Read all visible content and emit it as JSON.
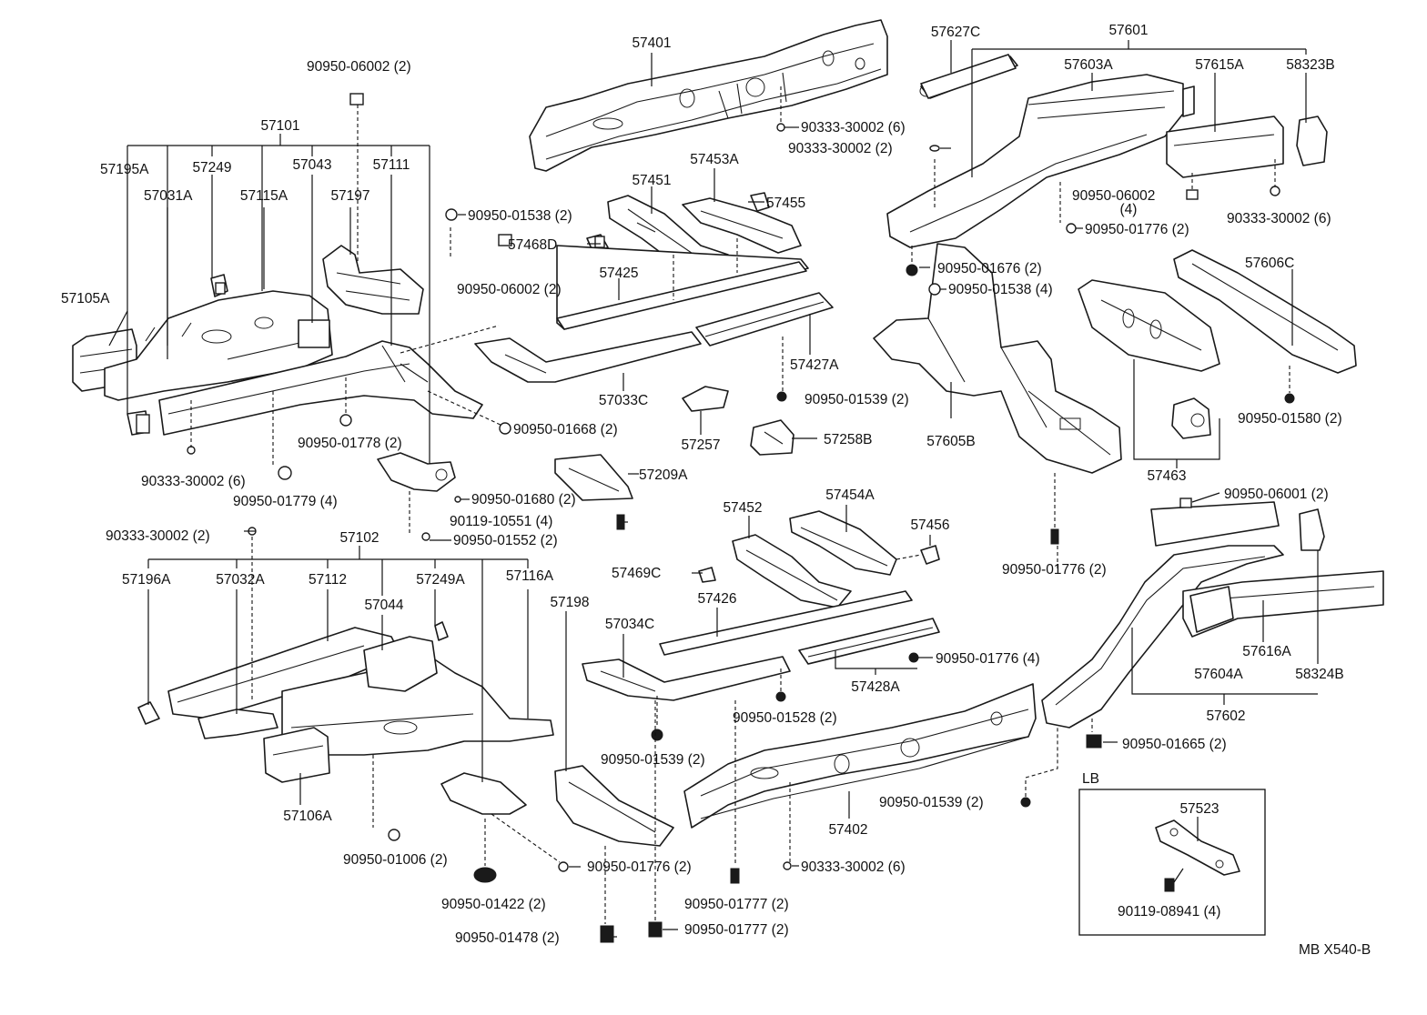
{
  "labels": [
    {
      "id": "p57401",
      "text": "57401"
    },
    {
      "id": "p90950_06002_a",
      "text": "90950-06002 (2)"
    },
    {
      "id": "p57101",
      "text": "57101"
    },
    {
      "id": "p57195A",
      "text": "57195A"
    },
    {
      "id": "p57249",
      "text": "57249"
    },
    {
      "id": "p57043",
      "text": "57043"
    },
    {
      "id": "p57111",
      "text": "57111"
    },
    {
      "id": "p57031A",
      "text": "57031A"
    },
    {
      "id": "p57115A",
      "text": "57115A"
    },
    {
      "id": "p57197",
      "text": "57197"
    },
    {
      "id": "p57105A",
      "text": "57105A"
    },
    {
      "id": "p90333_30002_top",
      "text": "90333-30002 (6)"
    },
    {
      "id": "p90333_30002_top2",
      "text": "90333-30002 (2)"
    },
    {
      "id": "p57453A",
      "text": "57453A"
    },
    {
      "id": "p57451",
      "text": "57451"
    },
    {
      "id": "p57455",
      "text": "57455"
    },
    {
      "id": "p90950_01538_a",
      "text": "90950-01538 (2)"
    },
    {
      "id": "p57468D",
      "text": "57468D"
    },
    {
      "id": "p90950_06002_b",
      "text": "90950-06002 (2)"
    },
    {
      "id": "p57425",
      "text": "57425"
    },
    {
      "id": "p57427A",
      "text": "57427A"
    },
    {
      "id": "p57033C",
      "text": "57033C"
    },
    {
      "id": "p90950_01539_a",
      "text": "90950-01539 (2)"
    },
    {
      "id": "p90950_01668",
      "text": "90950-01668 (2)"
    },
    {
      "id": "p90950_01778",
      "text": "90950-01778 (2)"
    },
    {
      "id": "p90333_30002_left",
      "text": "90333-30002 (6)"
    },
    {
      "id": "p90950_01779",
      "text": "90950-01779 (4)"
    },
    {
      "id": "p57257",
      "text": "57257"
    },
    {
      "id": "p57258B",
      "text": "57258B"
    },
    {
      "id": "p57209A",
      "text": "57209A"
    },
    {
      "id": "p90950_01680",
      "text": "90950-01680 (2)"
    },
    {
      "id": "p90119_10551",
      "text": "90119-10551 (4)"
    },
    {
      "id": "p90950_01552",
      "text": "90950-01552 (2)"
    },
    {
      "id": "p57627C",
      "text": "57627C"
    },
    {
      "id": "p57601",
      "text": "57601"
    },
    {
      "id": "p57603A",
      "text": "57603A"
    },
    {
      "id": "p57615A",
      "text": "57615A"
    },
    {
      "id": "p58323B",
      "text": "58323B"
    },
    {
      "id": "p90950_06002_c",
      "text": "90950-06002"
    },
    {
      "id": "p90950_06002_c_qty",
      "text": "(4)"
    },
    {
      "id": "p90333_30002_right",
      "text": "90333-30002 (6)"
    },
    {
      "id": "p90950_01776_a",
      "text": "90950-01776 (2)"
    },
    {
      "id": "p90950_01676",
      "text": "90950-01676 (2)"
    },
    {
      "id": "p90950_01538_b",
      "text": "90950-01538 (4)"
    },
    {
      "id": "p57606C",
      "text": "57606C"
    },
    {
      "id": "p57605B",
      "text": "57605B"
    },
    {
      "id": "p90950_01580",
      "text": "90950-01580 (2)"
    },
    {
      "id": "p57463",
      "text": "57463"
    },
    {
      "id": "p90950_06001",
      "text": "90950-06001 (2)"
    },
    {
      "id": "p90950_01776_b",
      "text": "90950-01776 (2)"
    },
    {
      "id": "p90333_30002_mid",
      "text": "90333-30002 (2)"
    },
    {
      "id": "p57102",
      "text": "57102"
    },
    {
      "id": "p57196A",
      "text": "57196A"
    },
    {
      "id": "p57032A",
      "text": "57032A"
    },
    {
      "id": "p57112",
      "text": "57112"
    },
    {
      "id": "p57249A",
      "text": "57249A"
    },
    {
      "id": "p57116A",
      "text": "57116A"
    },
    {
      "id": "p57044",
      "text": "57044"
    },
    {
      "id": "p57198",
      "text": "57198"
    },
    {
      "id": "p57452",
      "text": "57452"
    },
    {
      "id": "p57454A",
      "text": "57454A"
    },
    {
      "id": "p57456",
      "text": "57456"
    },
    {
      "id": "p57469C",
      "text": "57469C"
    },
    {
      "id": "p57426",
      "text": "57426"
    },
    {
      "id": "p57034C",
      "text": "57034C"
    },
    {
      "id": "p90950_01776_c",
      "text": "90950-01776 (4)"
    },
    {
      "id": "p57428A",
      "text": "57428A"
    },
    {
      "id": "p90950_01528",
      "text": "90950-01528 (2)"
    },
    {
      "id": "p90950_01539_b",
      "text": "90950-01539 (2)"
    },
    {
      "id": "p57106A",
      "text": "57106A"
    },
    {
      "id": "p57402",
      "text": "57402"
    },
    {
      "id": "p90950_01539_c",
      "text": "90950-01539 (2)"
    },
    {
      "id": "p90950_01006",
      "text": "90950-01006 (2)"
    },
    {
      "id": "p90950_01776_d",
      "text": "90950-01776 (2)"
    },
    {
      "id": "p90333_30002_bot",
      "text": "90333-30002 (6)"
    },
    {
      "id": "p90950_01422",
      "text": "90950-01422 (2)"
    },
    {
      "id": "p90950_01777_a",
      "text": "90950-01777 (2)"
    },
    {
      "id": "p90950_01478",
      "text": "90950-01478 (2)"
    },
    {
      "id": "p90950_01777_b",
      "text": "90950-01777 (2)"
    },
    {
      "id": "p57616A",
      "text": "57616A"
    },
    {
      "id": "p57604A",
      "text": "57604A"
    },
    {
      "id": "p58324B",
      "text": "58324B"
    },
    {
      "id": "p57602",
      "text": "57602"
    },
    {
      "id": "p90950_01665",
      "text": "90950-01665 (2)"
    },
    {
      "id": "pLB",
      "text": "LB"
    },
    {
      "id": "p57523",
      "text": "57523"
    },
    {
      "id": "p90119_08941",
      "text": "90119-08941 (4)"
    },
    {
      "id": "pMB",
      "text": "MB  X540-B"
    }
  ]
}
